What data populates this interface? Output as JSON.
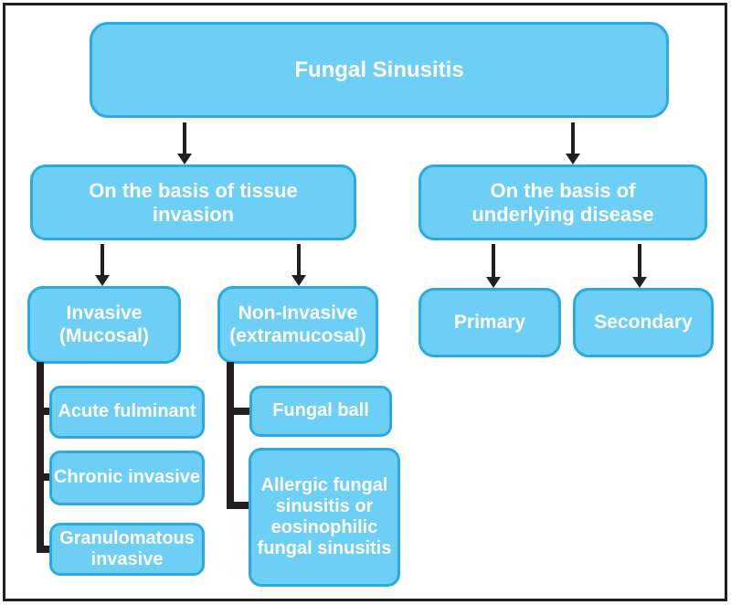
{
  "diagram": {
    "type": "flowchart",
    "title": "Fungal Sinusitis classification"
  },
  "nodes": {
    "root": "Fungal Sinusitis",
    "tissue": "On the basis of tissue invasion",
    "disease": "On the basis of underlying disease",
    "invasive": "Invasive (Mucosal)",
    "noninvasive": "Non-Invasive (extramucosal)",
    "primary": "Primary",
    "secondary": "Secondary",
    "acute": "Acute fulminant",
    "chronic": "Chronic invasive",
    "granulomatous": "Granulomatous invasive",
    "fungal_ball": "Fungal ball",
    "allergic": "Allergic fungal sinusitis or eosinophilic fungal sinusitis"
  },
  "colors": {
    "box_fill": "#6dcff6",
    "box_border": "#29abe2",
    "text": "#ffffff",
    "connector": "#231f20",
    "frame": "#231f20",
    "background": "#ffffff"
  }
}
